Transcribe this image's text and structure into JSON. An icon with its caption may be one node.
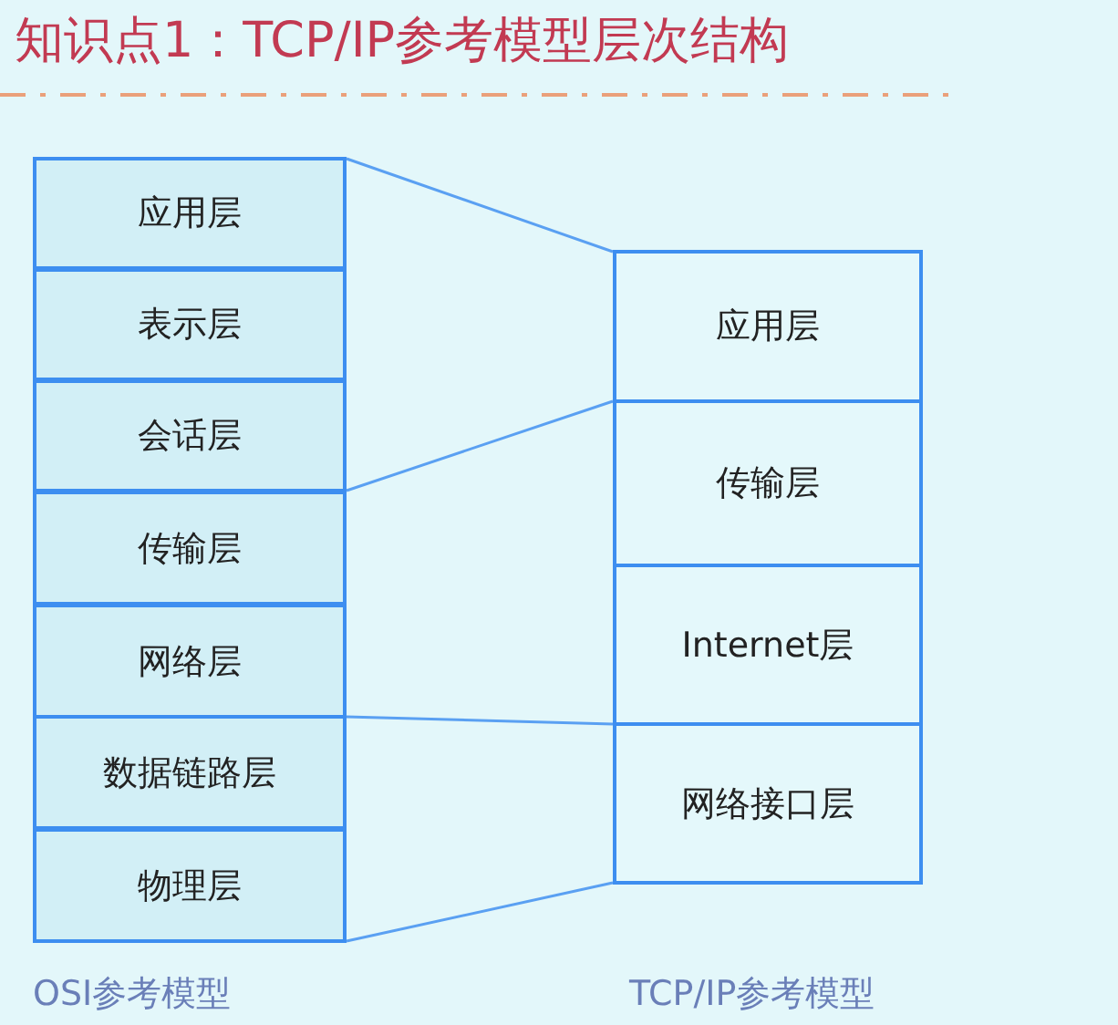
{
  "diagram": {
    "title": "知识点1：TCP/IP参考模型层次结构",
    "nodes": [
      {
        "text": [
          "应用层"
        ]
      },
      {
        "text": [
          "表示层"
        ]
      },
      {
        "text": [
          "会话层"
        ]
      },
      {
        "text": [
          "传输层"
        ]
      },
      {
        "text": [
          "网络层"
        ]
      },
      {
        "text": [
          "数据链路层"
        ]
      },
      {
        "text": [
          "物理层"
        ]
      },
      {
        "text": [
          "应用层"
        ]
      },
      {
        "text": [
          "传输层"
        ]
      },
      {
        "text": [
          "Internet层"
        ]
      },
      {
        "text": [
          "网络接口层"
        ]
      }
    ],
    "edges": [
      {
        "from": 0,
        "to": 7,
        "arrow": "none"
      },
      {
        "from": 2,
        "to": 7,
        "arrow": "none"
      },
      {
        "from": 4,
        "to": 9,
        "arrow": "none"
      },
      {
        "from": 6,
        "to": 10,
        "arrow": "none"
      }
    ],
    "labels": [
      "OSI参考模型",
      "TCP/IP参考模型"
    ]
  }
}
